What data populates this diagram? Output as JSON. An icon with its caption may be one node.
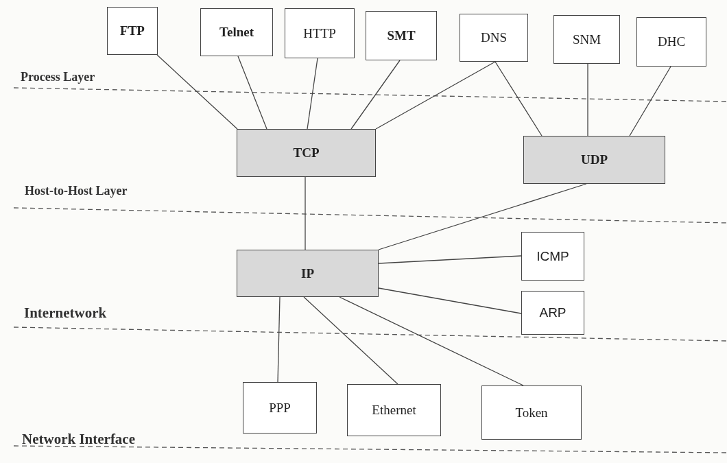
{
  "diagram": {
    "nodes": [
      {
        "text": [
          "FTP"
        ]
      },
      {
        "text": [
          "Telnet"
        ]
      },
      {
        "text": [
          "HTTP"
        ]
      },
      {
        "text": [
          "SMT"
        ]
      },
      {
        "text": [
          "DNS"
        ]
      },
      {
        "text": [
          "SNM"
        ]
      },
      {
        "text": [
          "DHC"
        ]
      },
      {
        "text": [
          "TCP"
        ]
      },
      {
        "text": [
          "UDP"
        ]
      },
      {
        "text": [
          "IP"
        ]
      },
      {
        "text": [
          "ICMP"
        ]
      },
      {
        "text": [
          "ARP"
        ]
      },
      {
        "text": [
          "PPP"
        ]
      },
      {
        "text": [
          "Ethernet"
        ]
      },
      {
        "text": [
          "Token"
        ]
      }
    ],
    "edges": [
      {
        "from": 0,
        "to": 7,
        "arrow": "none"
      },
      {
        "from": 1,
        "to": 7,
        "arrow": "none"
      },
      {
        "from": 2,
        "to": 7,
        "arrow": "none"
      },
      {
        "from": 3,
        "to": 7,
        "arrow": "none"
      },
      {
        "from": 4,
        "to": 7,
        "arrow": "none"
      },
      {
        "from": 4,
        "to": 8,
        "arrow": "none"
      },
      {
        "from": 5,
        "to": 8,
        "arrow": "none"
      },
      {
        "from": 6,
        "to": 8,
        "arrow": "none"
      },
      {
        "from": 7,
        "to": 9,
        "arrow": "none"
      },
      {
        "from": 8,
        "to": 9,
        "arrow": "none"
      },
      {
        "from": 9,
        "to": 10,
        "arrow": "none"
      },
      {
        "from": 9,
        "to": 11,
        "arrow": "none"
      },
      {
        "from": 9,
        "to": 12,
        "arrow": "none"
      },
      {
        "from": 9,
        "to": 13,
        "arrow": "none"
      },
      {
        "from": 9,
        "to": 14,
        "arrow": "none"
      }
    ],
    "labels": [
      "Process Layer",
      "Host-to-Host Layer",
      "Internetwork",
      "Network Interface"
    ]
  }
}
